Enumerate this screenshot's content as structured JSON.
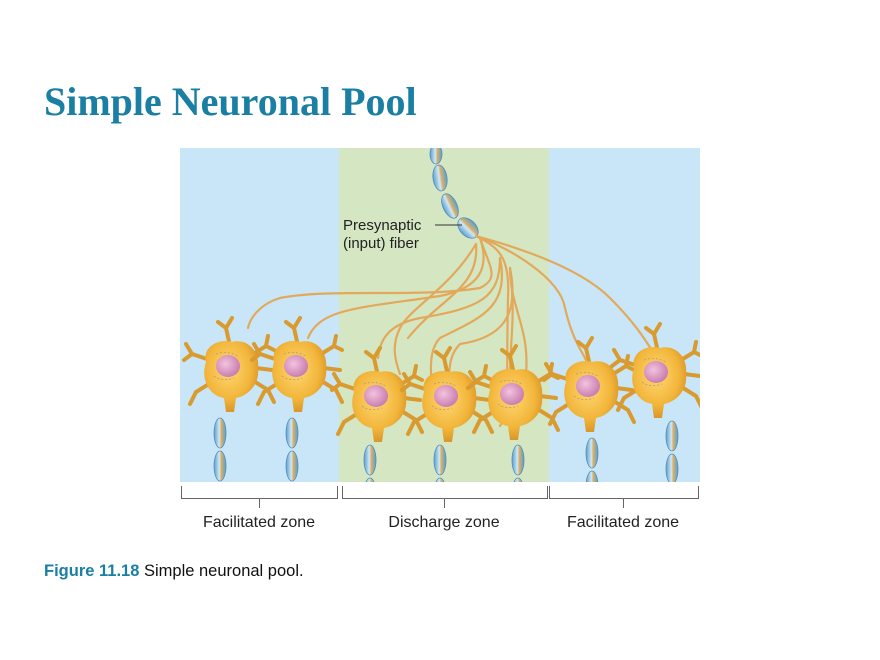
{
  "title": "Simple Neuronal Pool",
  "figure": {
    "input_label_line1": "Presynaptic",
    "input_label_line2": "(input) fiber",
    "zones": [
      {
        "label": "Facilitated zone",
        "color": "#c8e6f7"
      },
      {
        "label": "Discharge zone",
        "color": "#d5e6c3"
      },
      {
        "label": "Facilitated zone",
        "color": "#c8e6f7"
      }
    ],
    "neuron_count": 7,
    "neuron_color": "#f2b53a",
    "nucleus_color": "#d98fc0",
    "myelin_color": "#8fc3e3",
    "fiber_color": "#e9b36a"
  },
  "caption": {
    "figure_number": "Figure 11.18",
    "text": " Simple neuronal pool."
  }
}
